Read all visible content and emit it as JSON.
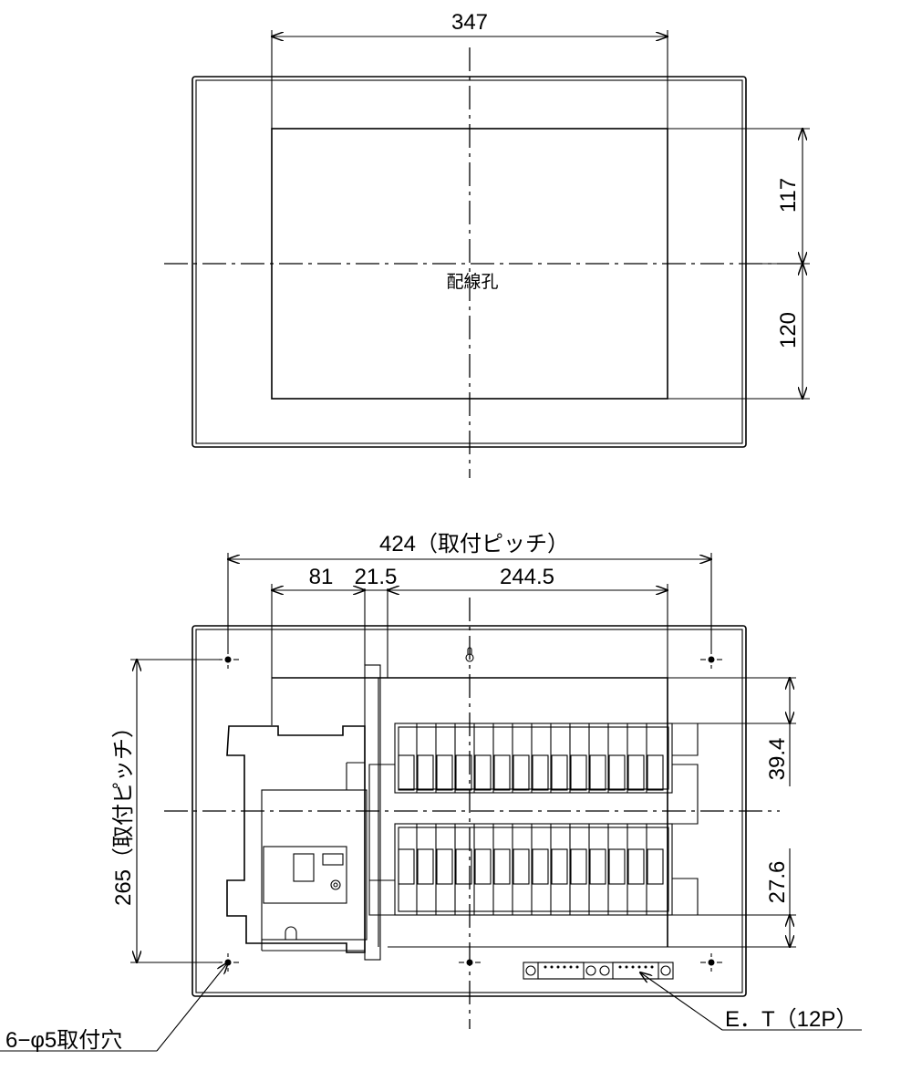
{
  "top_view": {
    "dim_width": "347",
    "dim_upper": "117",
    "dim_lower": "120",
    "label_hole": "配線孔"
  },
  "front_view": {
    "dim_mount_pitch_h": "424（取付ピッチ）",
    "dim_81": "81",
    "dim_21_5": "21.5",
    "dim_244_5": "244.5",
    "dim_mount_pitch_v": "265（取付ピッチ）",
    "dim_39_4": "39.4",
    "dim_27_6": "27.6",
    "label_holes": "6−φ5取付穴",
    "label_terminal": "E．T（12P）"
  }
}
